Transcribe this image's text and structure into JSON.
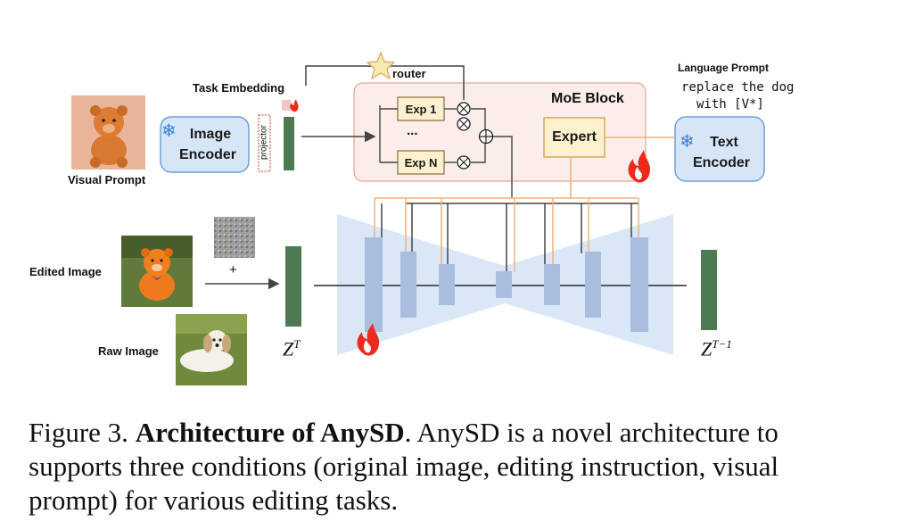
{
  "labels": {
    "task_embedding": "Task Embedding",
    "router": "router",
    "language_prompt": "Language Prompt",
    "prompt_text_line1": "replace the dog",
    "prompt_text_line2": "with [V*]",
    "moe_block": "MoE Block",
    "exp1": "Exp 1",
    "dots": "...",
    "expN": "Exp N",
    "expert": "Expert",
    "image_encoder_line1": "Image",
    "image_encoder_line2": "Encoder",
    "text_encoder_line1": "Text",
    "text_encoder_line2": "Encoder",
    "projector": "projector",
    "visual_prompt": "Visual Prompt",
    "edited_image": "Edited Image",
    "raw_image": "Raw Image",
    "plus": "+",
    "zT": "Z",
    "zT_sup": "T",
    "zT1": "Z",
    "zT1_sup": "T−1"
  },
  "caption": {
    "figure": "Figure 3.",
    "title": "Architecture of AnySD",
    "body": ". AnySD is a novel architecture to supports three conditions (original image, editing instruction, visual prompt) for various editing tasks."
  },
  "colors": {
    "encoder_fill": "#d7e6f7",
    "encoder_stroke": "#6f9fd6",
    "moe_fill": "#fbeeea",
    "moe_stroke": "#e2a79a",
    "expert_fill": "#fdf0cf",
    "expert_stroke": "#d8a85a",
    "unet_fill": "#d5e4f6",
    "unet_block": "#a9bedf",
    "latent": "#4e7a52",
    "orange_line": "#f0b27a",
    "dark_line": "#444444"
  },
  "icons": {
    "snowflake": "snowflake-icon",
    "flame": "flame-icon",
    "star": "star-icon"
  }
}
